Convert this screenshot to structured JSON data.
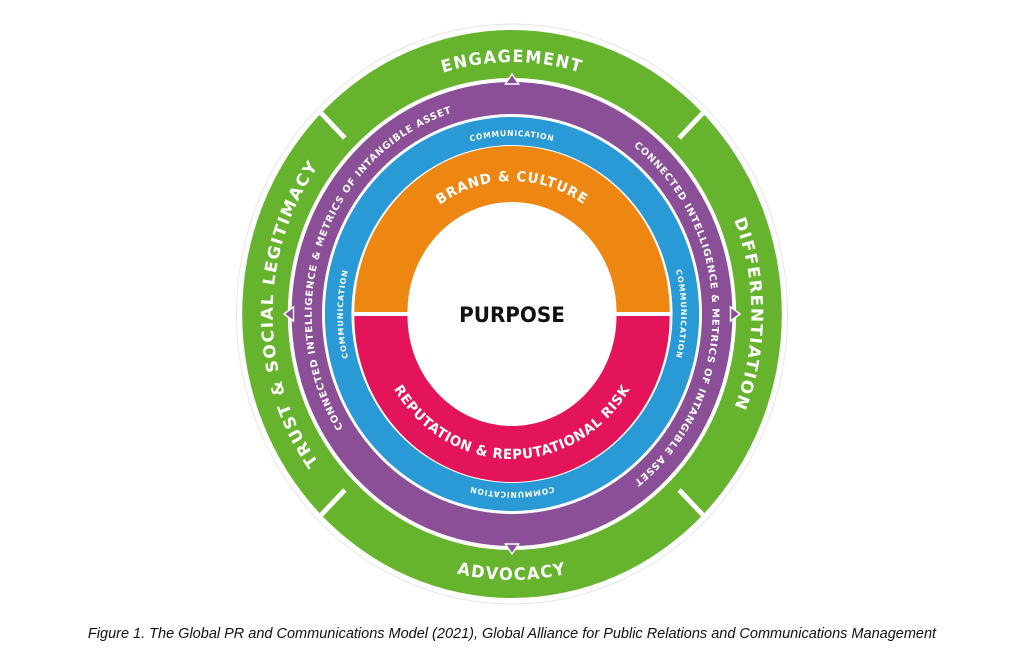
{
  "diagram": {
    "center": "PURPOSE",
    "inner_top": "BRAND & CULTURE",
    "inner_bottom": "REPUTATION & REPUTATIONAL RISK",
    "communication": [
      "COMMUNICATION",
      "COMMUNICATION",
      "COMMUNICATION",
      "COMMUNICATION"
    ],
    "purple_left": "CONNECTED INTELLIGENCE & METRICS OF INTANGIBLE ASSET",
    "purple_right": "CONNECTED INTELLIGENCE & METRICS OF INTANGIBLE ASSET",
    "outer": {
      "top": "ENGAGEMENT",
      "right": "DIFFERENTIATION",
      "bottom": "ADVOCACY",
      "left": "TRUST & SOCIAL LEGITIMACY"
    },
    "colors": {
      "green": "#66b32e",
      "purple": "#8a4f97",
      "blue": "#2a9ad6",
      "orange": "#ee8711",
      "pink": "#e3145a"
    }
  },
  "caption": "Figure 1. The Global PR and Communications Model (2021), Global Alliance for Public Relations and Communications Management"
}
